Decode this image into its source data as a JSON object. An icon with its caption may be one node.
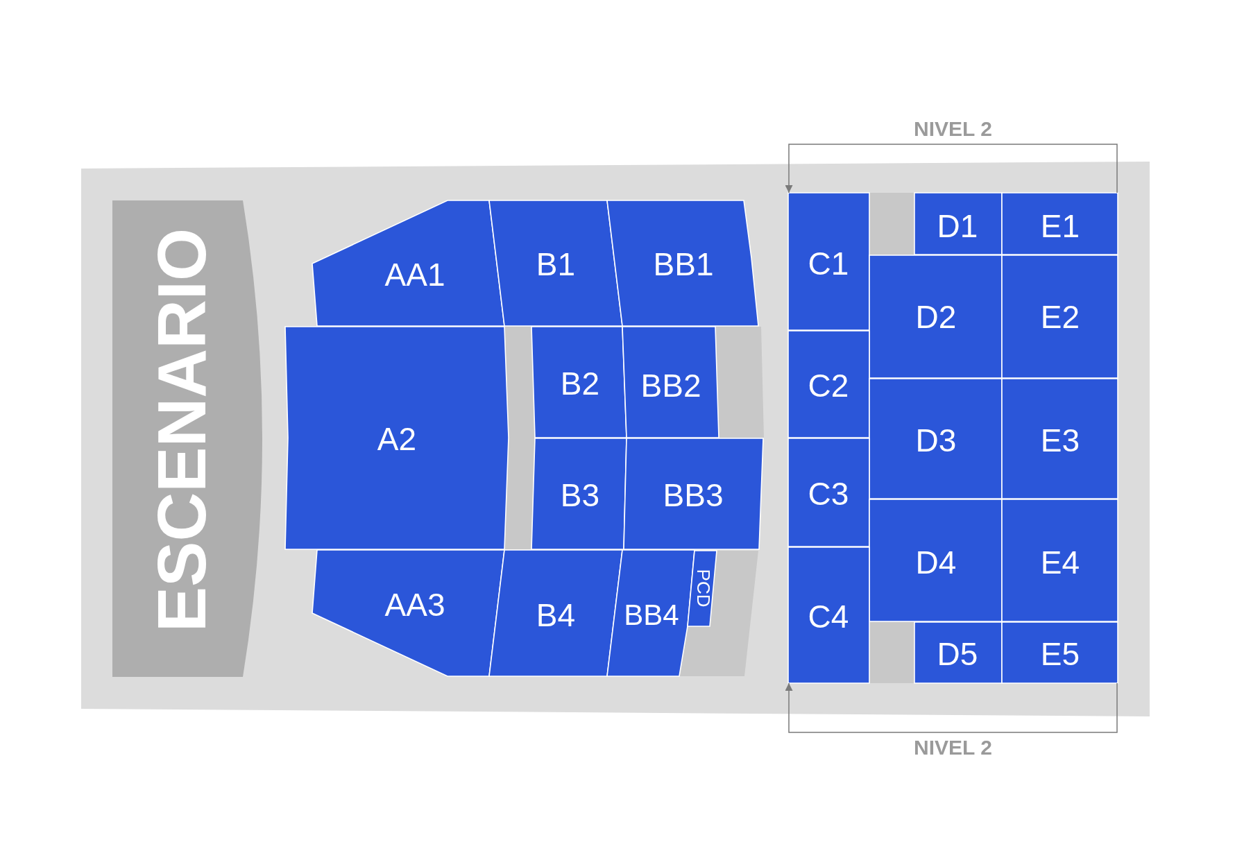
{
  "diagram": {
    "nodes": [
      {
        "text": [
          "ESCENARIO"
        ]
      },
      {
        "text": [
          "AA1"
        ]
      },
      {
        "text": [
          "B1"
        ]
      },
      {
        "text": [
          "BB1"
        ]
      },
      {
        "text": [
          "A2"
        ]
      },
      {
        "text": [
          "B2"
        ]
      },
      {
        "text": [
          "BB2"
        ]
      },
      {
        "text": [
          "B3"
        ]
      },
      {
        "text": [
          "BB3"
        ]
      },
      {
        "text": [
          "AA3"
        ]
      },
      {
        "text": [
          "B4"
        ]
      },
      {
        "text": [
          "BB4"
        ]
      },
      {
        "text": [
          "PCD"
        ]
      },
      {
        "text": [
          "C1"
        ]
      },
      {
        "text": [
          "D1"
        ]
      },
      {
        "text": [
          "E1"
        ]
      },
      {
        "text": [
          "D2"
        ]
      },
      {
        "text": [
          "E2"
        ]
      },
      {
        "text": [
          "C2"
        ]
      },
      {
        "text": [
          "D3"
        ]
      },
      {
        "text": [
          "E3"
        ]
      },
      {
        "text": [
          "C3"
        ]
      },
      {
        "text": [
          "D4"
        ]
      },
      {
        "text": [
          "E4"
        ]
      },
      {
        "text": [
          "C4"
        ]
      },
      {
        "text": [
          "D5"
        ]
      },
      {
        "text": [
          "E5"
        ]
      }
    ],
    "edges": [
      {
        "from": 15,
        "to": 13,
        "arrow": "to",
        "label": "NIVEL 2"
      },
      {
        "from": 26,
        "to": 24,
        "arrow": "to",
        "label": "NIVEL 2"
      }
    ]
  }
}
